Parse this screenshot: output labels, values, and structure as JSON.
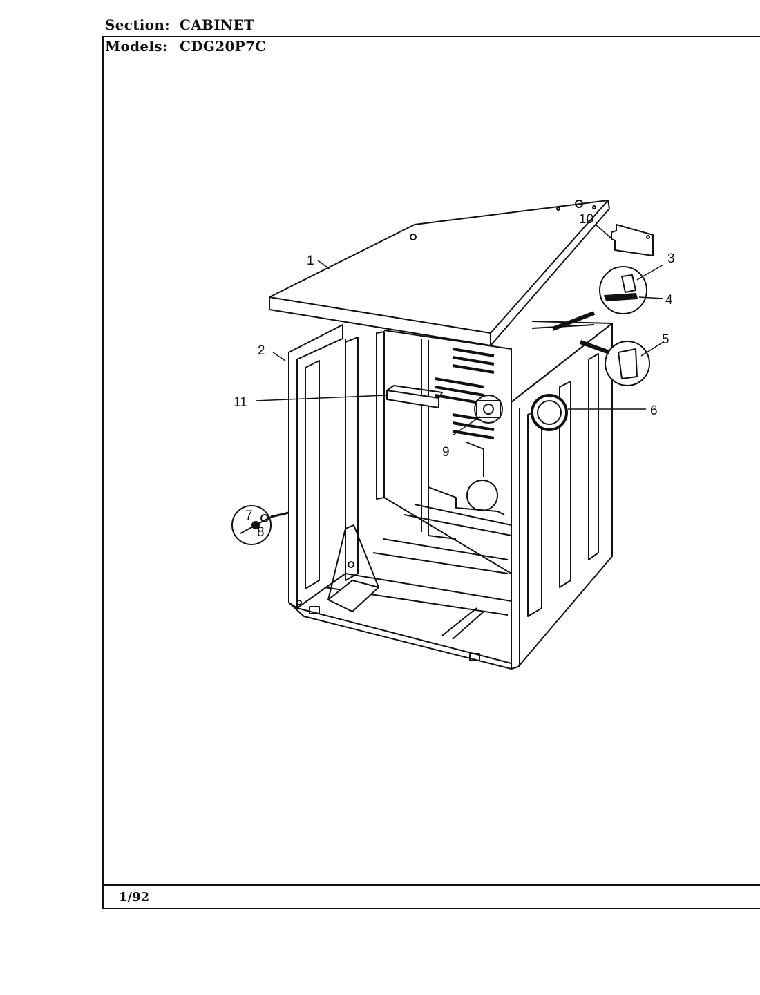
{
  "header": {
    "section_label": "Section:",
    "section_value": "CABINET",
    "models_label": "Models:",
    "models_value": "CDG20P7C"
  },
  "footer": {
    "date": "1/92"
  },
  "diagram": {
    "callouts": [
      "1",
      "2",
      "3",
      "4",
      "5",
      "6",
      "7",
      "8",
      "9",
      "10",
      "11"
    ]
  }
}
